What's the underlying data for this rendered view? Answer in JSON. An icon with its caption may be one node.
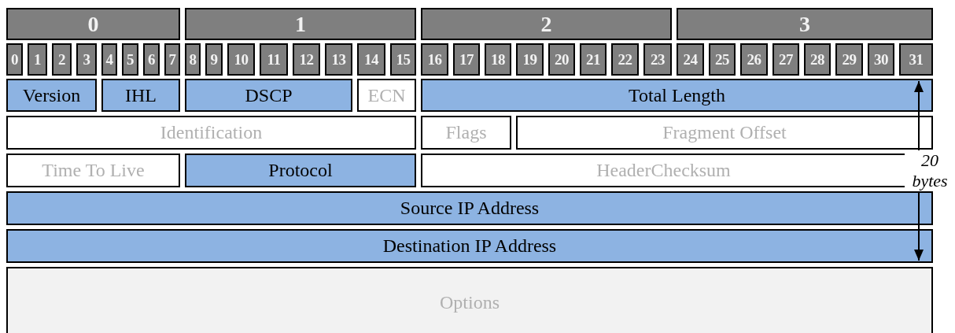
{
  "diagram": {
    "nodes": [
      {
        "text": [
          "0"
        ]
      },
      {
        "text": [
          "1"
        ]
      },
      {
        "text": [
          "2"
        ]
      },
      {
        "text": [
          "3"
        ]
      },
      {
        "text": [
          "0"
        ]
      },
      {
        "text": [
          "1"
        ]
      },
      {
        "text": [
          "2"
        ]
      },
      {
        "text": [
          "3"
        ]
      },
      {
        "text": [
          "4"
        ]
      },
      {
        "text": [
          "5"
        ]
      },
      {
        "text": [
          "6"
        ]
      },
      {
        "text": [
          "7"
        ]
      },
      {
        "text": [
          "8"
        ]
      },
      {
        "text": [
          "9"
        ]
      },
      {
        "text": [
          "10"
        ]
      },
      {
        "text": [
          "11"
        ]
      },
      {
        "text": [
          "12"
        ]
      },
      {
        "text": [
          "13"
        ]
      },
      {
        "text": [
          "14"
        ]
      },
      {
        "text": [
          "15"
        ]
      },
      {
        "text": [
          "16"
        ]
      },
      {
        "text": [
          "17"
        ]
      },
      {
        "text": [
          "18"
        ]
      },
      {
        "text": [
          "19"
        ]
      },
      {
        "text": [
          "20"
        ]
      },
      {
        "text": [
          "21"
        ]
      },
      {
        "text": [
          "22"
        ]
      },
      {
        "text": [
          "23"
        ]
      },
      {
        "text": [
          "24"
        ]
      },
      {
        "text": [
          "25"
        ]
      },
      {
        "text": [
          "26"
        ]
      },
      {
        "text": [
          "27"
        ]
      },
      {
        "text": [
          "28"
        ]
      },
      {
        "text": [
          "29"
        ]
      },
      {
        "text": [
          "30"
        ]
      },
      {
        "text": [
          "31"
        ]
      },
      {
        "text": [
          "Version"
        ]
      },
      {
        "text": [
          "IHL"
        ]
      },
      {
        "text": [
          "DSCP"
        ]
      },
      {
        "text": [
          "ECN"
        ]
      },
      {
        "text": [
          "Total Length"
        ]
      },
      {
        "text": [
          "Identification"
        ]
      },
      {
        "text": [
          "Flags"
        ]
      },
      {
        "text": [
          "Fragment Offset"
        ]
      },
      {
        "text": [
          "Time To Live"
        ]
      },
      {
        "text": [
          "Protocol"
        ]
      },
      {
        "text": [
          "HeaderChecksum"
        ]
      },
      {
        "text": [
          "Source IP Address"
        ]
      },
      {
        "text": [
          "Destination IP Address"
        ]
      },
      {
        "text": [
          "Options"
        ]
      }
    ],
    "labels": [
      "20 bytes"
    ]
  }
}
